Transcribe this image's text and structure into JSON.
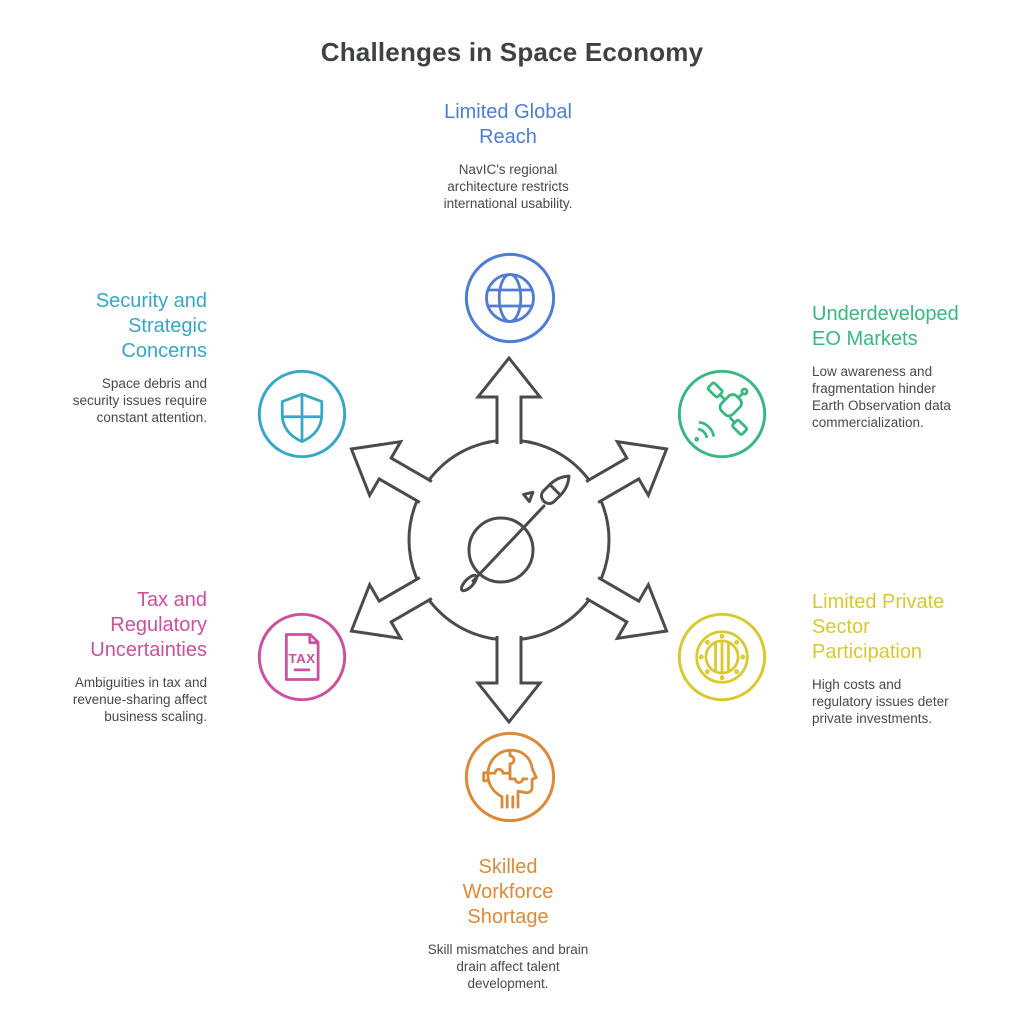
{
  "title": "Challenges in Space Economy",
  "title_color": "#3f4245",
  "body_text_color": "#45494e",
  "hub": {
    "stroke": "#4b4b4e",
    "icon": "planet-rocket-icon",
    "arrow_count": 6
  },
  "nodes": [
    {
      "position": "top",
      "title": "Limited Global Reach",
      "description": "NavIC's regional architecture restricts international usability.",
      "color": "#4f7dd4",
      "icon": "globe-icon"
    },
    {
      "position": "top-right",
      "title": "Underdeveloped EO Markets",
      "description": "Low awareness and fragmentation hinder Earth Observation data commercialization.",
      "color": "#36b97e",
      "icon": "satellite-icon"
    },
    {
      "position": "bottom-right",
      "title": "Limited Private Sector Participation",
      "description": "High costs and regulatory issues deter private investments.",
      "color": "#d9c92e",
      "icon": "coin-icon"
    },
    {
      "position": "bottom",
      "title": "Skilled Workforce Shortage",
      "description": "Skill mismatches and brain drain affect talent development.",
      "color": "#dd8a38",
      "icon": "head-puzzle-icon"
    },
    {
      "position": "bottom-left",
      "title": "Tax and Regulatory Uncertainties",
      "description": "Ambiguities in tax and revenue-sharing affect business scaling.",
      "color": "#cc50a0",
      "icon": "tax-document-icon",
      "icon_label": "TAX"
    },
    {
      "position": "top-left",
      "title": "Security and Strategic Concerns",
      "description": "Space debris and security issues require constant attention.",
      "color": "#35a8c9",
      "icon": "shield-icon"
    }
  ]
}
